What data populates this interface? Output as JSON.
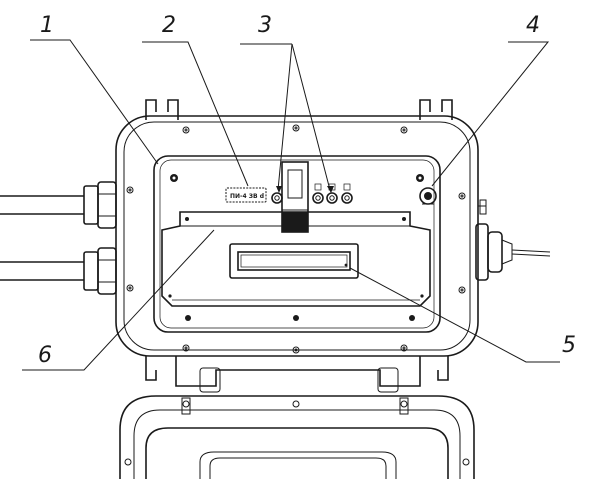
{
  "callouts": [
    {
      "id": "1"
    },
    {
      "id": "2"
    },
    {
      "id": "3"
    },
    {
      "id": "4"
    },
    {
      "id": "5"
    },
    {
      "id": "6"
    }
  ],
  "nameplate_text": "ПИ-4 ЗВ d",
  "led_labels": [
    "",
    "",
    ""
  ]
}
